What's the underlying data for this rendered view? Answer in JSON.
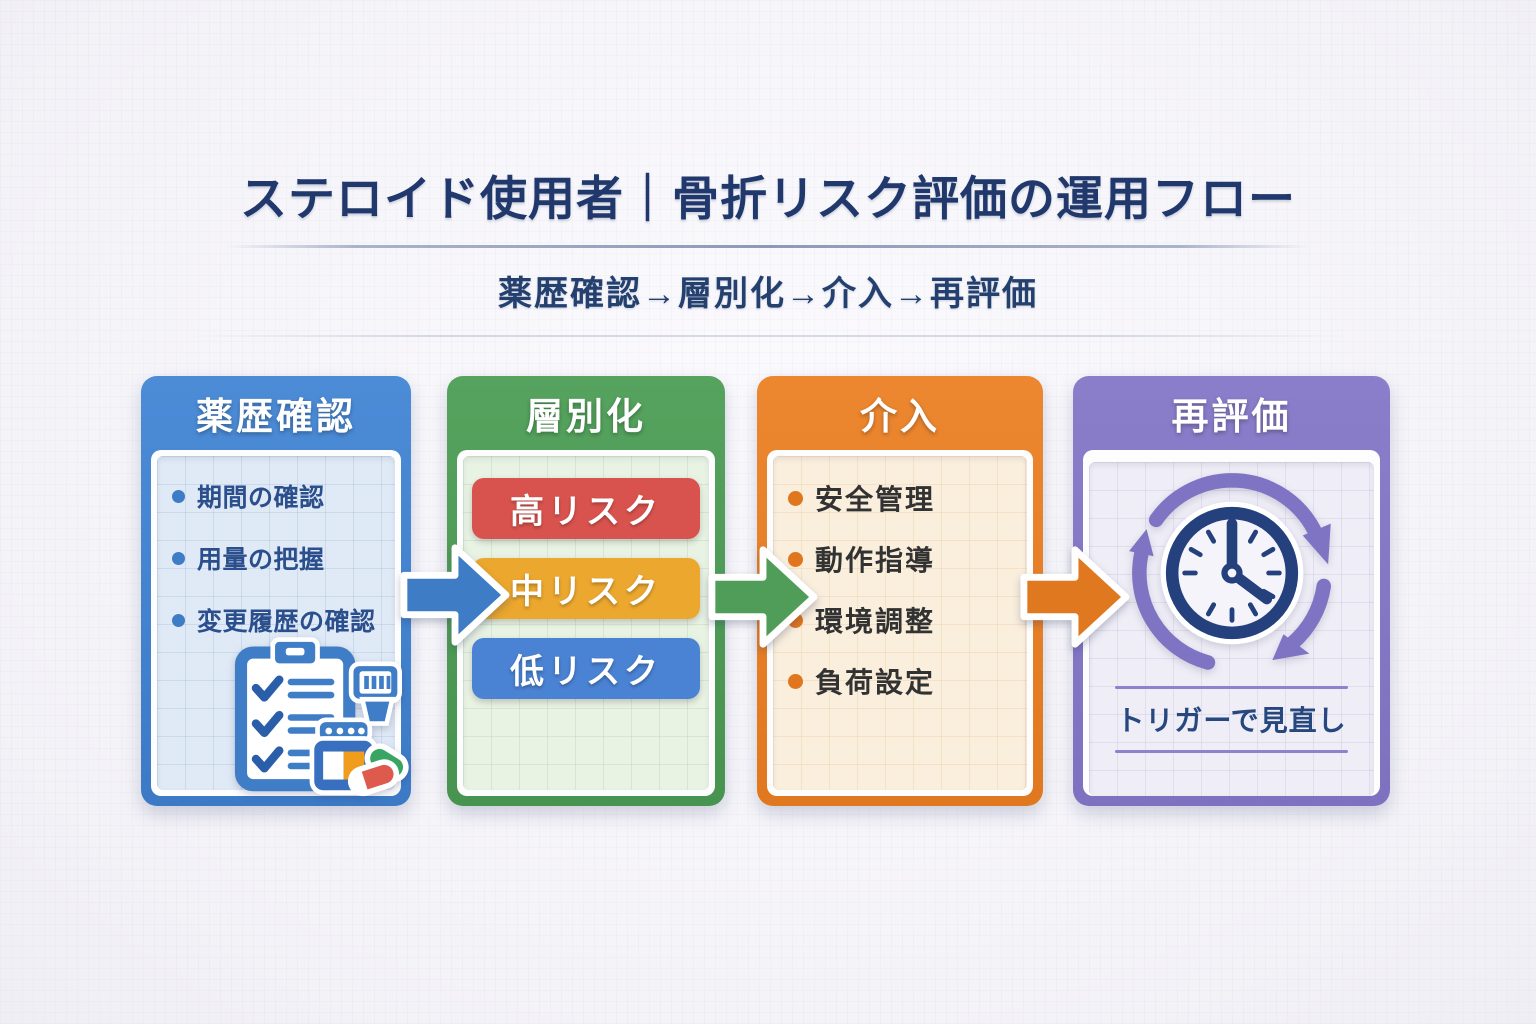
{
  "header": {
    "title": "ステロイド使用者｜骨折リスク評価の運用フロー",
    "subtitle": "薬歴確認→層別化→介入→再評価"
  },
  "flow": {
    "steps": [
      {
        "id": "medication-history-check",
        "title": "薬歴確認",
        "accent": "#4384cf",
        "items": [
          "期間の確認",
          "用量の把握",
          "変更履歴の確認"
        ],
        "icon": "clipboard-checklist-pills-icon"
      },
      {
        "id": "stratification",
        "title": "層別化",
        "accent": "#4f9d58",
        "badges": [
          {
            "label": "高リスク",
            "color": "#d9534e"
          },
          {
            "label": "中リスク",
            "color": "#eba72e"
          },
          {
            "label": "低リスク",
            "color": "#4a82d4"
          }
        ]
      },
      {
        "id": "intervention",
        "title": "介入",
        "accent": "#e8812c",
        "items": [
          "安全管理",
          "動作指導",
          "環境調整",
          "負荷設定"
        ]
      },
      {
        "id": "reassessment",
        "title": "再評価",
        "accent": "#8579c6",
        "icon": "clock-cycle-icon",
        "note": "トリガーで見直し"
      }
    ],
    "arrows": [
      {
        "color": "#3e7cc6"
      },
      {
        "color": "#4f9d58"
      },
      {
        "color": "#e0781f"
      }
    ]
  }
}
